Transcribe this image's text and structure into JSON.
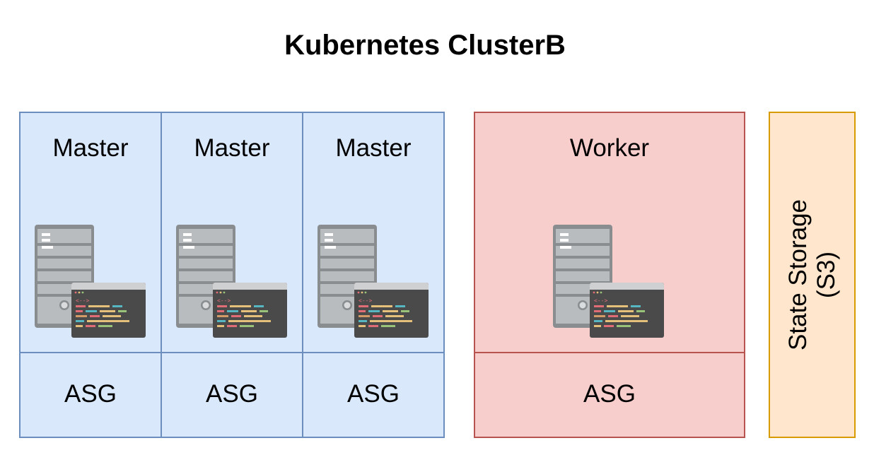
{
  "diagram": {
    "title": "Kubernetes ClusterB",
    "nodes": [
      {
        "role": "Master",
        "group": "ASG",
        "kind": "master"
      },
      {
        "role": "Master",
        "group": "ASG",
        "kind": "master"
      },
      {
        "role": "Master",
        "group": "ASG",
        "kind": "master"
      },
      {
        "role": "Worker",
        "group": "ASG",
        "kind": "worker"
      }
    ],
    "storage": {
      "line1": "State Storage",
      "line2": "(S3)"
    },
    "icon": "server-with-code-terminal-icon",
    "colors": {
      "master_fill": "#dae8fc",
      "master_stroke": "#6c8ebf",
      "worker_fill": "#f8cecc",
      "worker_stroke": "#b85450",
      "storage_fill": "#ffe6cc",
      "storage_stroke": "#d79b00"
    }
  }
}
